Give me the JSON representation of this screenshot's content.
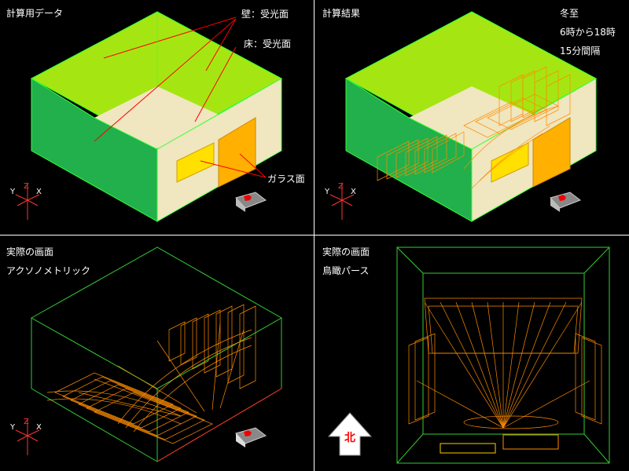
{
  "panels": [
    {
      "title": "計算用データ",
      "callouts": {
        "wall": "壁：受光面",
        "floor": "床：受光面",
        "glass": "ガラス面"
      }
    },
    {
      "title": "計算結果",
      "info": [
        "冬至",
        "6時から18時",
        "15分間隔"
      ]
    },
    {
      "title": "実際の画面",
      "subtitle": "アクソノメトリック"
    },
    {
      "title": "実際の画面",
      "subtitle": "鳥瞰パース"
    }
  ],
  "axis_labels": {
    "x": "X",
    "y": "Y",
    "z": "Z"
  },
  "north_label": "北",
  "icons": [
    "axis-gizmo-icon",
    "view-cube-icon",
    "north-arrow-icon"
  ],
  "colors": {
    "background": "#000000",
    "wall_top": "#a5e612",
    "wall_side": "#21b04b",
    "floor": "#f0e6c0",
    "window": "#ffe000",
    "glass": "#ffb000",
    "callout_line": "#ff0000",
    "edge": "#33ff33",
    "sun_patch": "#ff8c00"
  }
}
